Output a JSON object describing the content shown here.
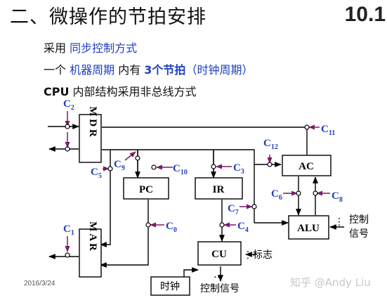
{
  "slide": {
    "title": "二、微操作的节拍安排",
    "section_number": "10.1",
    "line1": {
      "prefix": "采用 ",
      "highlight": "同步控制方式"
    },
    "line2": {
      "prefix": "一个 ",
      "highlight1": "机器周期",
      "middle": " 内有 ",
      "highlight2": "3个节拍",
      "suffix": "（时钟周期）"
    },
    "line3": {
      "bold": "CPU",
      "text": " 内部结构采用非总线方式"
    },
    "date": "2016/3/24",
    "watermark": "知乎 @Andy Liu"
  },
  "diagram": {
    "mdr": "M D R",
    "mar": "M A R",
    "pc": "PC",
    "ir": "IR",
    "ac": "AC",
    "alu": "ALU",
    "cu": "CU",
    "clock": "时钟",
    "control_signal_top": "控制",
    "control_signal_bottom": "信号",
    "flag": "标志",
    "control_signals": "控制信号",
    "dots_v": "⋮",
    "dots_h": "…",
    "c_letter": "C",
    "c2": "2",
    "c9": "9",
    "c5": "5",
    "c10": "10",
    "c3": "3",
    "c12": "12",
    "c11": "11",
    "c6": "6",
    "c8": "8",
    "c7": "7",
    "c0": "0",
    "c4": "4",
    "c1": "1"
  }
}
